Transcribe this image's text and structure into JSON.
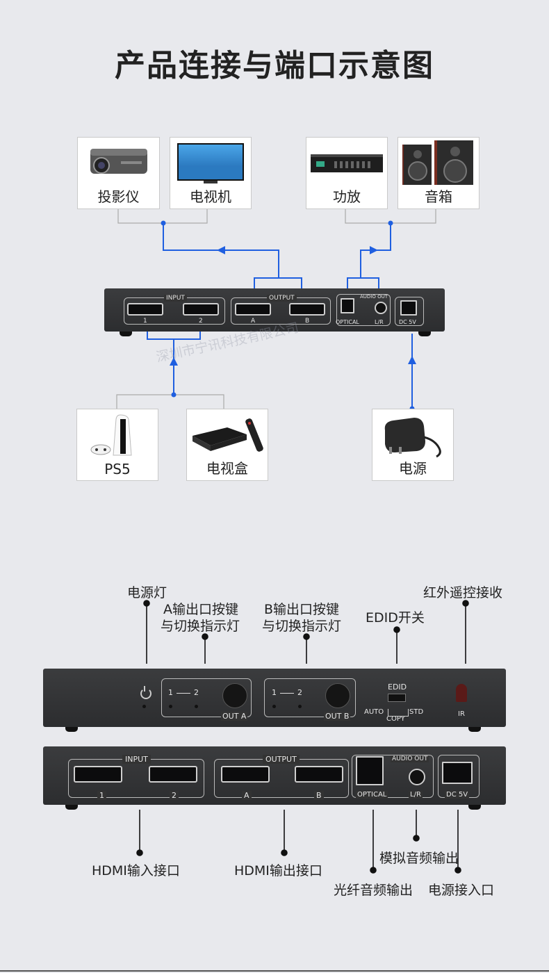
{
  "title": "产品连接与端口示意图",
  "watermark": "深圳市宁讯科技有限公司",
  "top_devices": {
    "projector": "投影仪",
    "tv": "电视机",
    "amplifier": "功放",
    "speakers": "音箱"
  },
  "bottom_devices": {
    "ps5": "PS5",
    "tvbox": "电视盒",
    "power": "电源"
  },
  "switch_rear": {
    "input": "INPUT",
    "in1": "1",
    "in2": "2",
    "output": "OUTPUT",
    "outA": "A",
    "outB": "B",
    "optical": "OPTICAL",
    "audio_out": "AUDIO OUT",
    "lr": "L/R",
    "dc": "DC 5V"
  },
  "switch_front": {
    "one": "1",
    "two": "2",
    "out_a": "OUT A",
    "out_b": "OUT B",
    "edid": "EDID",
    "auto": "AUTO",
    "copy": "COPY",
    "std": "STD",
    "ir": "IR"
  },
  "callouts": {
    "power_led": "电源灯",
    "a_key_1": "A输出口按键",
    "a_key_2": "与切换指示灯",
    "b_key_1": "B输出口按键",
    "b_key_2": "与切换指示灯",
    "edid_switch": "EDID开关",
    "ir_receiver": "红外遥控接收",
    "hdmi_in": "HDMI输入接口",
    "hdmi_out": "HDMI输出接口",
    "analog_audio": "模拟音频输出",
    "optical_audio": "光纤音频输出",
    "power_in": "电源接入口"
  },
  "colors": {
    "connector": "#1f5fe0",
    "device": "#333436",
    "background": "#e8e9ed"
  }
}
